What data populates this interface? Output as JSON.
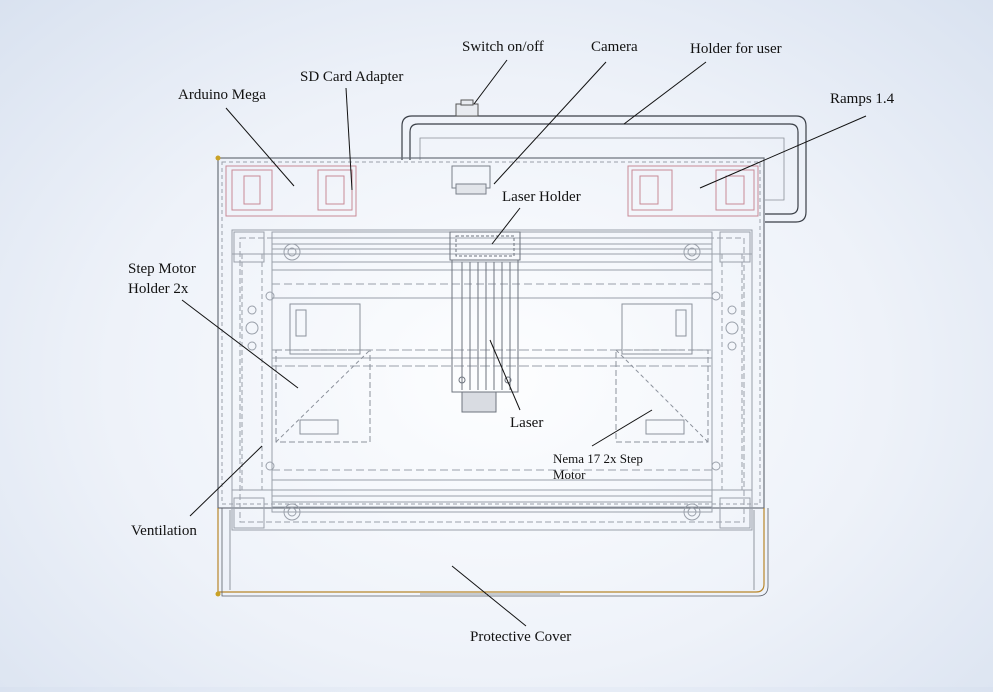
{
  "labels": {
    "switch": "Switch on/off",
    "camera": "Camera",
    "holder_user": "Holder for user",
    "sd_card": "SD Card Adapter",
    "arduino": "Arduino Mega",
    "ramps": "Ramps 1.4",
    "laser_holder": "Laser Holder",
    "step_motor_holder_line1": "Step Motor",
    "step_motor_holder_line2": "Holder 2x",
    "laser": "Laser",
    "nema_line1": "Nema 17 2x Step",
    "nema_line2": "Motor",
    "ventilation": "Ventilation",
    "protective_cover": "Protective Cover"
  },
  "colors": {
    "frame_line": "#9aa0aa",
    "board_line": "#c88a96",
    "cover_line": "#b8862a",
    "leader_line": "#111111"
  }
}
